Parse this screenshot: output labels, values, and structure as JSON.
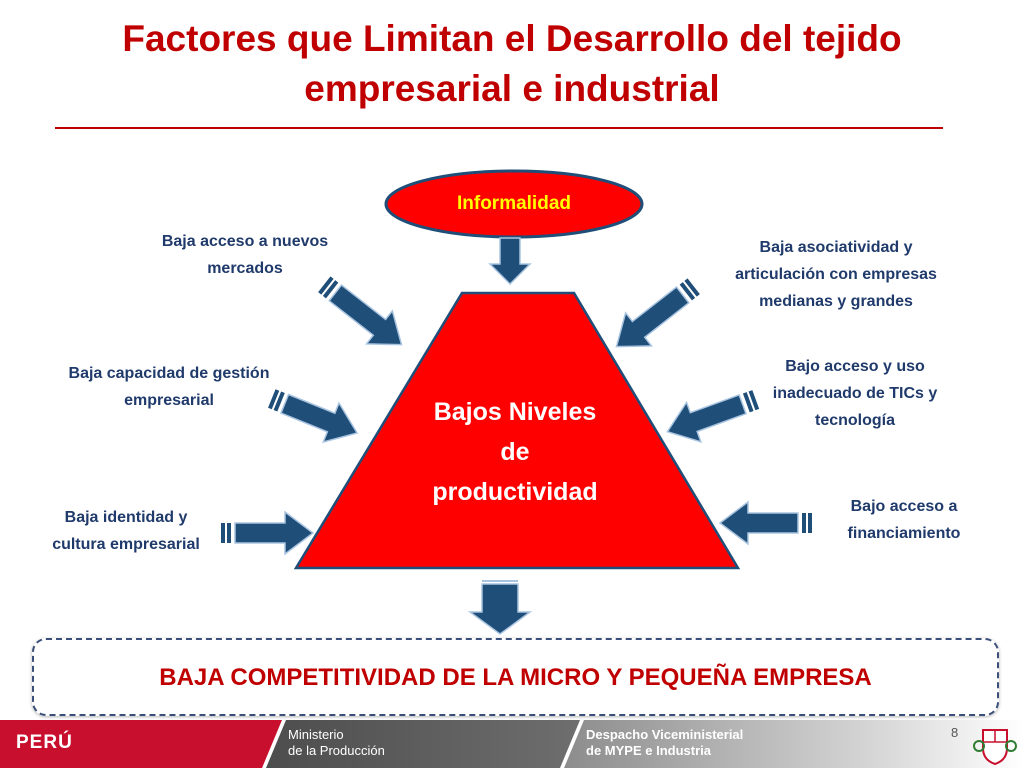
{
  "title": {
    "line1": "Factores que Limitan el Desarrollo del tejido",
    "line2": "empresarial e industrial"
  },
  "diagram": {
    "top_factor": "Informalidad",
    "center": {
      "line1": "Bajos Niveles",
      "line2": "de",
      "line3": "productividad"
    },
    "left_factors": [
      {
        "line1": "Baja acceso a nuevos",
        "line2": "mercados"
      },
      {
        "line1": "Baja capacidad de gestión",
        "line2": "empresarial"
      },
      {
        "line1": "Baja identidad y",
        "line2": "cultura empresarial"
      }
    ],
    "right_factors": [
      {
        "line1": "Baja asociatividad y",
        "line2": "articulación  con  empresas",
        "line3": "medianas y grandes"
      },
      {
        "line1": "Bajo acceso y uso",
        "line2": "inadecuado de  TICs  y",
        "line3": "tecnología"
      },
      {
        "line1": "Bajo acceso a",
        "line2": "financiamiento"
      }
    ],
    "result": "BAJA COMPETITIVIDAD DE LA MICRO Y PEQUEÑA EMPRESA"
  },
  "footer": {
    "country": "PERÚ",
    "ministry_line1": "Ministerio",
    "ministry_line2": "de la Producción",
    "office_line1": "Despacho Viceministerial",
    "office_line2": "de MYPE e Industria",
    "page_number": "8"
  },
  "colors": {
    "title_red": "#c00000",
    "shape_red": "#ff0000",
    "arrow_blue": "#1f4e79",
    "label_navy": "#1f3a6b",
    "oval_text": "#ffff00",
    "footer_red": "#c8102e",
    "footer_gray": "#5a5a5a"
  },
  "icons": [
    "block-arrow-icon",
    "coat-of-arms-icon"
  ]
}
